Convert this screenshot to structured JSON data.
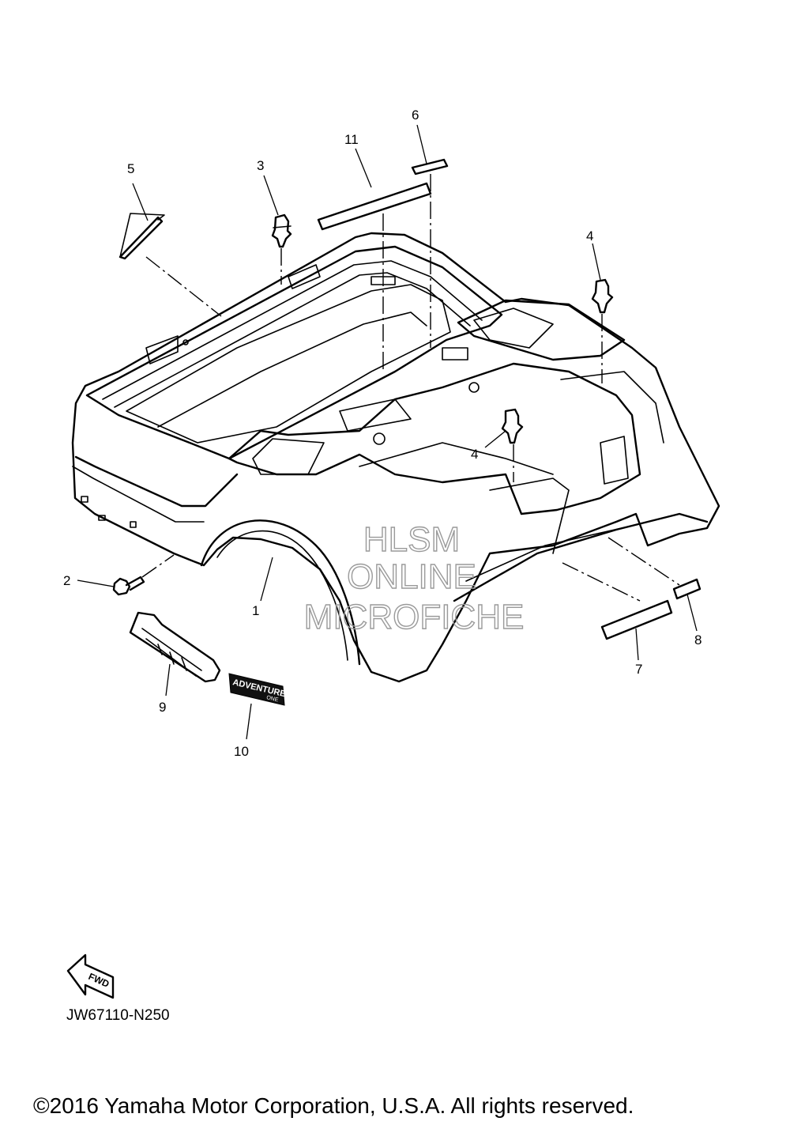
{
  "callouts": {
    "c1": "1",
    "c2": "2",
    "c3": "3",
    "c4a": "4",
    "c4b": "4",
    "c5": "5",
    "c6": "6",
    "c7": "7",
    "c8": "8",
    "c9": "9",
    "c10": "10",
    "c11": "11"
  },
  "decal_text": {
    "line1": "ADVENTURER",
    "line2": "ONE"
  },
  "fwd_label": "FWD",
  "watermark": {
    "line1": "HLSM",
    "line2": "ONLINE",
    "line3": "MICROFICHE"
  },
  "diagram_code": "JW67110-N250",
  "copyright": "©2016 Yamaha Motor Corporation, U.S.A. All rights reserved."
}
